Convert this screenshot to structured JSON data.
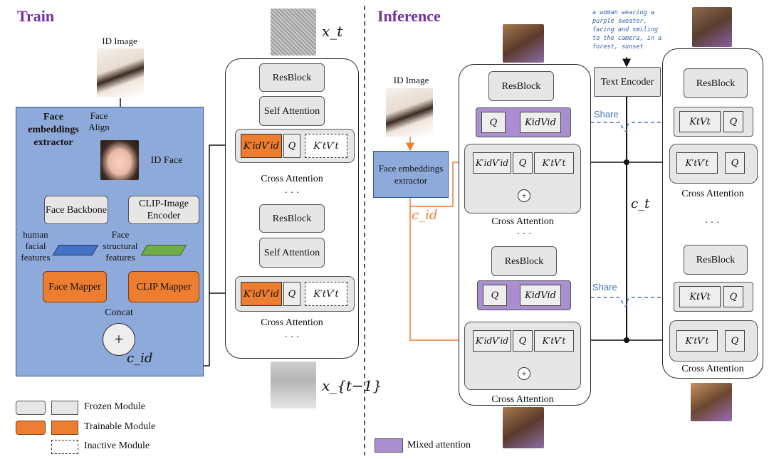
{
  "train": {
    "title": "Train",
    "id_image": "ID Image",
    "extractor_title": "Face embeddings extractor",
    "face_align": "Face Align",
    "id_face": "ID Face",
    "face_backbone": "Face Backbone",
    "clip_encoder": "CLIP-Image Encoder",
    "human_facial_features": "human facial features",
    "face_structural_features": "Face structural features",
    "face_mapper": "Face Mapper",
    "clip_mapper": "CLIP Mapper",
    "concat": "Concat",
    "plus": "+",
    "c_id": "c_id",
    "unet": {
      "x_t": "x_t",
      "x_t_minus_1": "x_{t−1}",
      "resblock": "ResBlock",
      "self_attention": "Self Attention",
      "kv_id": "K′idV′id",
      "q": "Q",
      "kv_t": "K′tV′t",
      "cross_attention": "Cross Attention",
      "ellipsis": "· · ·"
    }
  },
  "inference": {
    "title": "Inference",
    "id_image": "ID Image",
    "extractor": "Face embeddings extractor",
    "c_id": "c_id",
    "prompt": "a woman wearing a purple sweater, facing and smiling to the camera, in a forest, sunset",
    "text_encoder": "Text Encoder",
    "c_t": "c_t",
    "share": "Share",
    "resblock": "ResBlock",
    "q": "Q",
    "kv_id": "KidVid",
    "kv_id_prime": "K′idV′id",
    "kv_t_prime": "K′tV′t",
    "kv_t": "KtVt",
    "cross_attention": "Cross Attention",
    "ellipsis": "· · ·",
    "plus": "+"
  },
  "legend": {
    "frozen": "Frozen Module",
    "trainable": "Trainable Module",
    "inactive": "Inactive Module",
    "mixed": "Mixed attention"
  },
  "colors": {
    "title_purple": "#7030a0",
    "extractor_blue": "#8eaadb",
    "trainable_orange": "#ed7d31",
    "frozen_gray": "#e6e6e6",
    "mixed_purple": "#a98ed0",
    "share_blue": "#4472c4",
    "backbone_feature_blue": "#4472c4",
    "clip_feature_green": "#70ad47"
  }
}
